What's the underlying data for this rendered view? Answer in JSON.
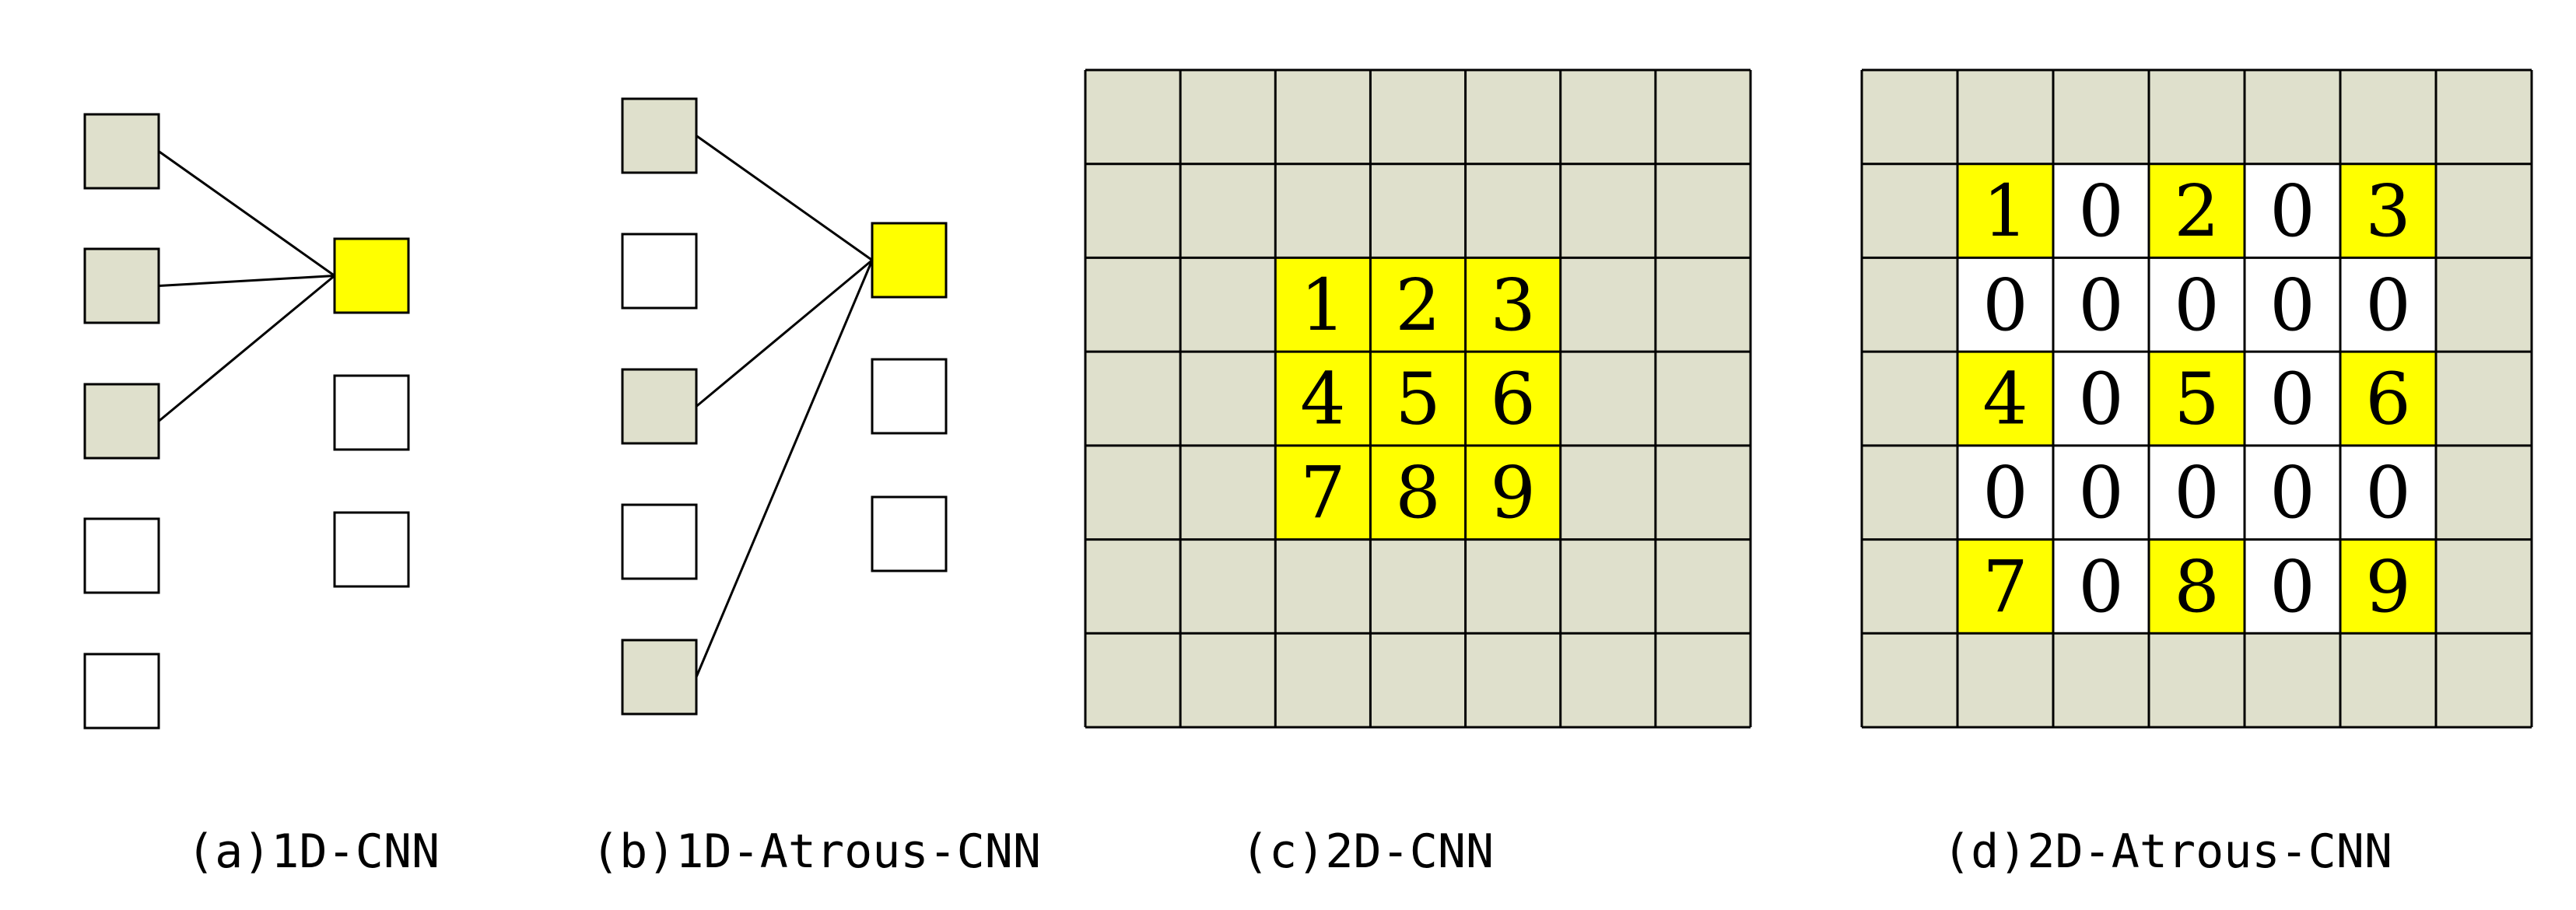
{
  "colors": {
    "grid_fill": "#dfe0cc",
    "highlight": "#ffff00",
    "empty": "#ffffff",
    "stroke": "#000000"
  },
  "panels": {
    "a": {
      "caption": "(a)1D-CNN",
      "input_nodes": [
        "filled",
        "filled",
        "filled",
        "empty",
        "empty"
      ],
      "output_nodes": [
        "highlight",
        "empty",
        "empty"
      ],
      "connections_from_inputs": [
        0,
        1,
        2
      ]
    },
    "b": {
      "caption": "(b)1D-Atrous-CNN",
      "input_nodes": [
        "filled",
        "empty",
        "filled",
        "empty",
        "filled"
      ],
      "output_nodes": [
        "highlight",
        "empty",
        "empty"
      ],
      "connections_from_inputs": [
        0,
        2,
        4
      ]
    },
    "c": {
      "caption": "(c)2D-CNN",
      "grid_size": 7,
      "kernel": [
        [
          "1",
          "2",
          "3"
        ],
        [
          "4",
          "5",
          "6"
        ],
        [
          "7",
          "8",
          "9"
        ]
      ]
    },
    "d": {
      "caption": "(d)2D-Atrous-CNN",
      "grid_size": 7,
      "kernel": [
        [
          "1",
          "0",
          "2",
          "0",
          "3"
        ],
        [
          "0",
          "0",
          "0",
          "0",
          "0"
        ],
        [
          "4",
          "0",
          "5",
          "0",
          "6"
        ],
        [
          "0",
          "0",
          "0",
          "0",
          "0"
        ],
        [
          "7",
          "0",
          "8",
          "0",
          "9"
        ]
      ]
    }
  }
}
